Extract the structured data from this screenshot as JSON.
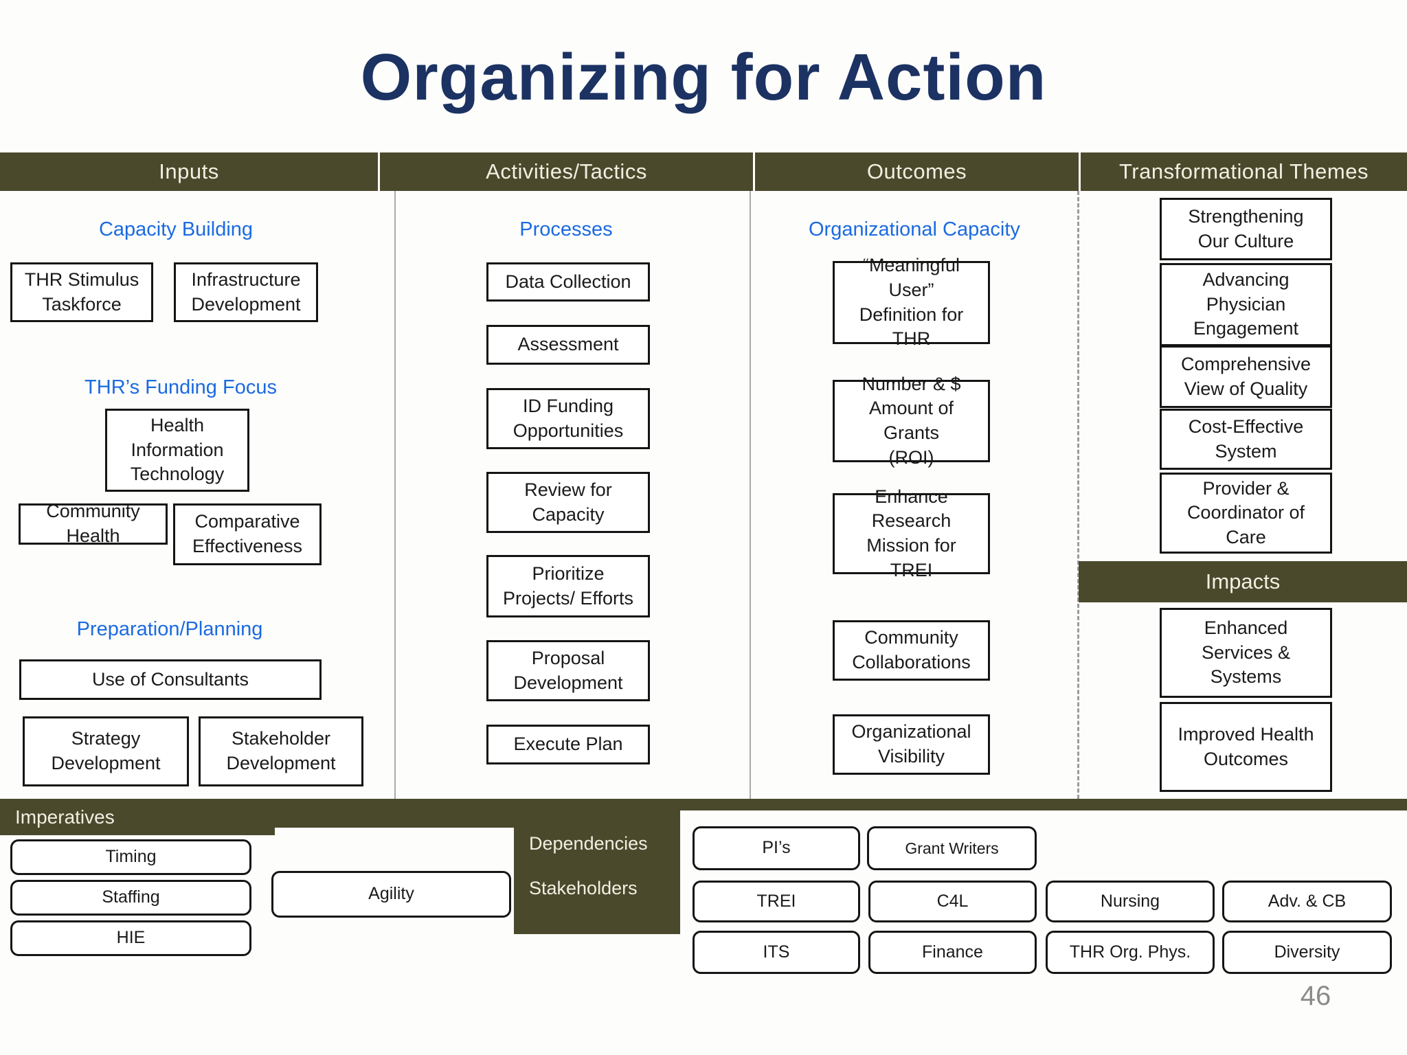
{
  "slide": {
    "title": "Organizing for Action",
    "page_number": "46"
  },
  "colors": {
    "olive": "#4a492c",
    "heading_blue": "#1b6ae0",
    "title_navy": "#1b3262",
    "separator_gray": "#a9a9a9"
  },
  "headers": {
    "inputs": "Inputs",
    "activities": "Activities/Tactics",
    "outcomes": "Outcomes",
    "themes": "Transformational Themes"
  },
  "inputs": {
    "subheadings": [
      {
        "label": "Capacity Building"
      },
      {
        "label": "THR’s Funding Focus"
      },
      {
        "label": "Preparation/Planning"
      }
    ],
    "boxes": [
      {
        "label": "THR Stimulus Taskforce"
      },
      {
        "label": "Infrastructure Development"
      },
      {
        "label": "Health Information Technology"
      },
      {
        "label": "Community Health"
      },
      {
        "label": "Comparative Effectiveness"
      },
      {
        "label": "Use of Consultants"
      },
      {
        "label": "Strategy Development"
      },
      {
        "label": "Stakeholder Development"
      }
    ]
  },
  "activities": {
    "subheadings": [
      {
        "label": "Processes"
      }
    ],
    "boxes": [
      {
        "label": "Data Collection"
      },
      {
        "label": "Assessment"
      },
      {
        "label": "ID Funding Opportunities"
      },
      {
        "label": "Review for Capacity"
      },
      {
        "label": "Prioritize Projects/ Efforts"
      },
      {
        "label": "Proposal Development"
      },
      {
        "label": "Execute Plan"
      }
    ]
  },
  "outcomes": {
    "subheadings": [
      {
        "label": "Organizational Capacity"
      }
    ],
    "boxes": [
      {
        "label": "“Meaningful User” Definition for THR"
      },
      {
        "label": "Number & $ Amount of Grants (ROI)"
      },
      {
        "label": "Enhance Research Mission for TREI"
      },
      {
        "label": "Community Collaborations"
      },
      {
        "label": "Organizational Visibility"
      }
    ]
  },
  "themes": {
    "boxes": [
      {
        "label": "Strengthening Our Culture"
      },
      {
        "label": "Advancing Physician Engagement"
      },
      {
        "label": "Comprehensive View of Quality"
      },
      {
        "label": "Cost-Effective System"
      },
      {
        "label": "Provider & Coordinator of Care"
      }
    ]
  },
  "impacts": {
    "header": "Impacts",
    "boxes": [
      {
        "label": "Enhanced Services & Systems"
      },
      {
        "label": "Improved Health Outcomes"
      }
    ]
  },
  "imperatives": {
    "header": "Imperatives",
    "boxes": [
      {
        "label": "Timing"
      },
      {
        "label": "Staffing"
      },
      {
        "label": "HIE"
      },
      {
        "label": "Agility"
      }
    ]
  },
  "dependencies_block": {
    "label1": "Dependencies",
    "label2": "Stakeholders"
  },
  "stakeholder_grid": {
    "rows": [
      [
        {
          "label": "PI’s"
        },
        {
          "label": "Grant Writers"
        }
      ],
      [
        {
          "label": "TREI"
        },
        {
          "label": "C4L"
        },
        {
          "label": "Nursing"
        },
        {
          "label": "Adv. & CB"
        }
      ],
      [
        {
          "label": "ITS"
        },
        {
          "label": "Finance"
        },
        {
          "label": "THR Org. Phys."
        },
        {
          "label": "Diversity"
        }
      ]
    ]
  }
}
